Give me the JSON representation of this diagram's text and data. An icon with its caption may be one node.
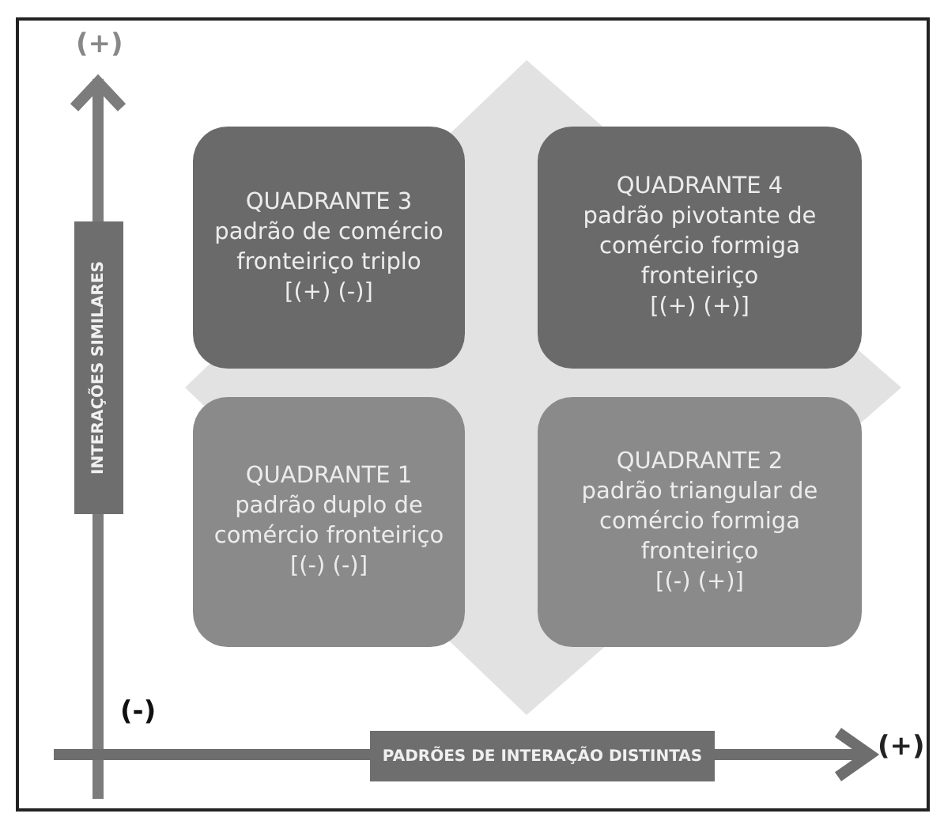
{
  "diagram": {
    "nodes": [
      {
        "text": [
          "QUADRANTE 3",
          "padrão de comércio fronteiriço triplo",
          "[(+) (-)]"
        ]
      },
      {
        "text": [
          "QUADRANTE 4",
          "padrão pivotante de comércio formiga fronteiriço",
          "[(+) (+)]"
        ]
      },
      {
        "text": [
          "QUADRANTE 1",
          "padrão duplo de comércio fronteiriço",
          "[(-) (-)]"
        ]
      },
      {
        "text": [
          "QUADRANTE 2",
          "padrão triangular de comércio formiga fronteiriço",
          "[(-) (+)]"
        ]
      },
      {
        "text": [
          "INTERAÇÕES SIMILARES"
        ]
      },
      {
        "text": [
          "PADRÕES DE INTERAÇÃO DISTINTAS"
        ]
      }
    ],
    "labels": [
      "(+)",
      "(-)",
      "(+)"
    ]
  }
}
